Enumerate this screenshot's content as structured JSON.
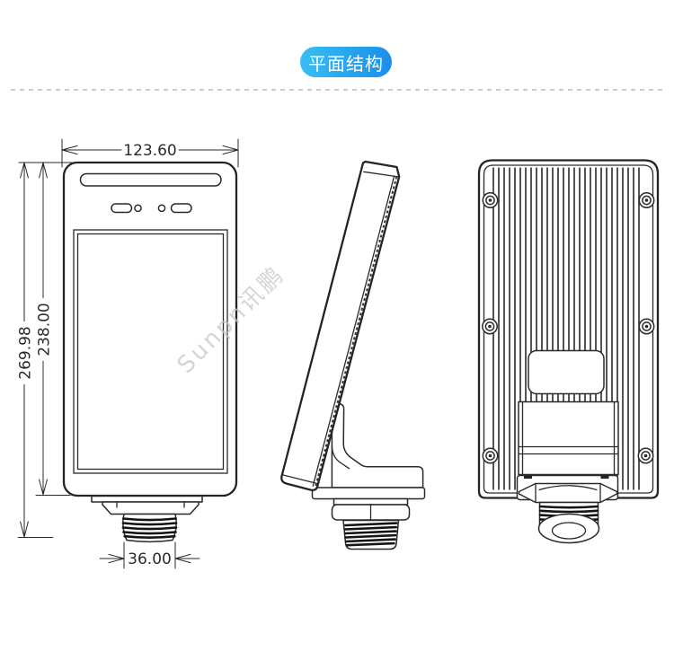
{
  "header": {
    "badge_label": "平面结构",
    "badge_gradient_start": "#38bef3",
    "badge_gradient_end": "#1a8ee9"
  },
  "divider": {
    "style": "dashed",
    "color": "#cccccc"
  },
  "watermark": {
    "text": "Sunpn讯鹏",
    "color": "#c5c5c5"
  },
  "drawing": {
    "line_color": "#242424",
    "dimensions": {
      "front_width_mm": "123.60",
      "total_height_mm": "269.98",
      "body_height_mm": "238.00",
      "mount_thread_mm": "36.00"
    }
  }
}
